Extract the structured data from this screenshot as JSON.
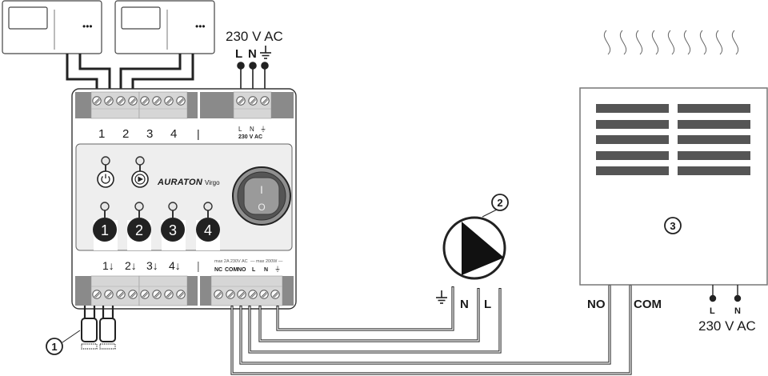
{
  "supply_top": {
    "voltage": "230 V AC",
    "L": "L",
    "N": "N",
    "earth_icon": "earth-ground-icon"
  },
  "thermostats": [
    {
      "name": "room-thermostat-1",
      "dots": "•••"
    },
    {
      "name": "room-thermostat-2",
      "dots": "•••"
    }
  ],
  "controller": {
    "brand": "AURATON",
    "model": "Virgo",
    "top_zone_labels": [
      "1",
      "2",
      "3",
      "4"
    ],
    "divider": "|",
    "power_labels": {
      "L": "L",
      "N": "N",
      "earth": "⏚",
      "voltage": "230 V AC"
    },
    "bottom_zone_labels": [
      "1↓",
      "2↓",
      "3↓",
      "4↓"
    ],
    "relay_rating": "max 2A 230V AC",
    "pump_rating": "— max 200W —",
    "relay_terminals": [
      "NC",
      "COM",
      "NO",
      "L",
      "N",
      "⏚"
    ],
    "leds": {
      "power_icon": "power-icon",
      "pump_icon": "pump-play-icon"
    },
    "zone_buttons": [
      "1",
      "2",
      "3",
      "4"
    ],
    "switch": {
      "on": "I",
      "off": "O"
    }
  },
  "pump": {
    "callout": "2",
    "terminals": [
      "N",
      "L"
    ],
    "earth_icon": "earth-ground-icon"
  },
  "actuators": {
    "callout": "1"
  },
  "boiler": {
    "callout": "3",
    "contacts": {
      "NO": "NO",
      "COM": "COM"
    },
    "supply": {
      "L": "L",
      "N": "N",
      "voltage": "230 V AC"
    }
  },
  "colors": {
    "dark": "#222222",
    "terminal_gray": "#d2d2d2",
    "housing_gray": "#8a8a8a",
    "panel": "#eeeeee",
    "vent": "#555555",
    "button": "#222222"
  }
}
